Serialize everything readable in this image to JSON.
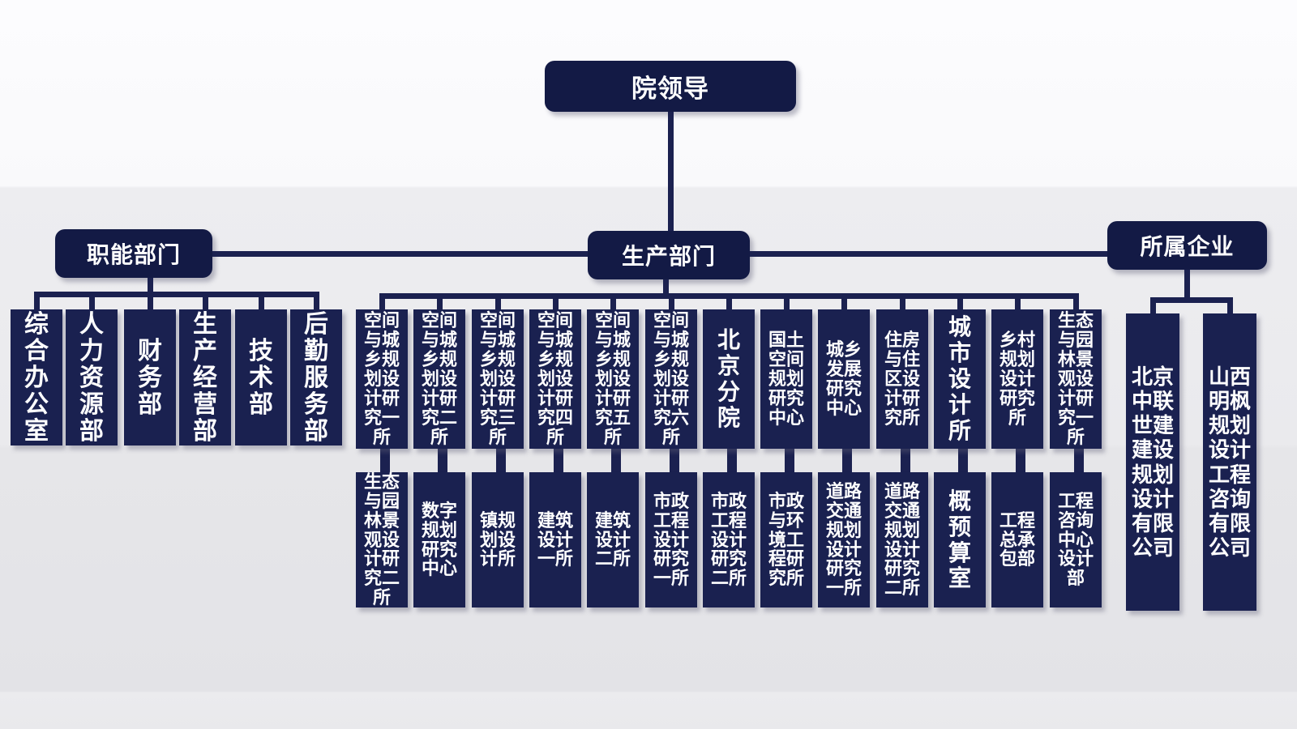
{
  "root": {
    "label": "院领导"
  },
  "functional": {
    "label": "职能部门",
    "items": [
      "综合办公室",
      "人力资源部",
      "财务部",
      "生产经营部",
      "技术部",
      "后勤服务部"
    ]
  },
  "production": {
    "label": "生产部门",
    "row1": [
      "空间与城乡规划设计研究一所",
      "空间与城乡规划设计研究二所",
      "空间与城乡规划设计研究三所",
      "空间与城乡规划设计研究四所",
      "空间与城乡规划设计研究五所",
      "空间与城乡规划设计研究六所",
      "北京分院",
      "国土空间规划研究中心",
      "城乡发展研究中心",
      "住房与住区设计研究所",
      "城市设计所",
      "乡村规划设计研究所",
      "生态与园林景观设计研究一所"
    ],
    "row2": [
      "生态与园林景观设计研究二所",
      "数字规划研究中心",
      "镇规划设计所",
      "建筑设计一所",
      "建筑设计二所",
      "市政工程设计研究一所",
      "市政工程设计研究二所",
      "市政与环境工程研究所",
      "道路交通规划设计研究一所",
      "道路交通规划设计研究二所",
      "概预算室",
      "工程总承包部",
      "工程咨询中心设计部"
    ]
  },
  "enterprise": {
    "label": "所属企业",
    "items": [
      "北京中联世建建设规划设计有限公司",
      "山西明枫规划设计工程咨询有限公司"
    ]
  },
  "colors": {
    "box_navy": "#1a2150",
    "header_navy": "#131a45",
    "line_navy": "#1b2150",
    "text_white": "#ffffff"
  }
}
